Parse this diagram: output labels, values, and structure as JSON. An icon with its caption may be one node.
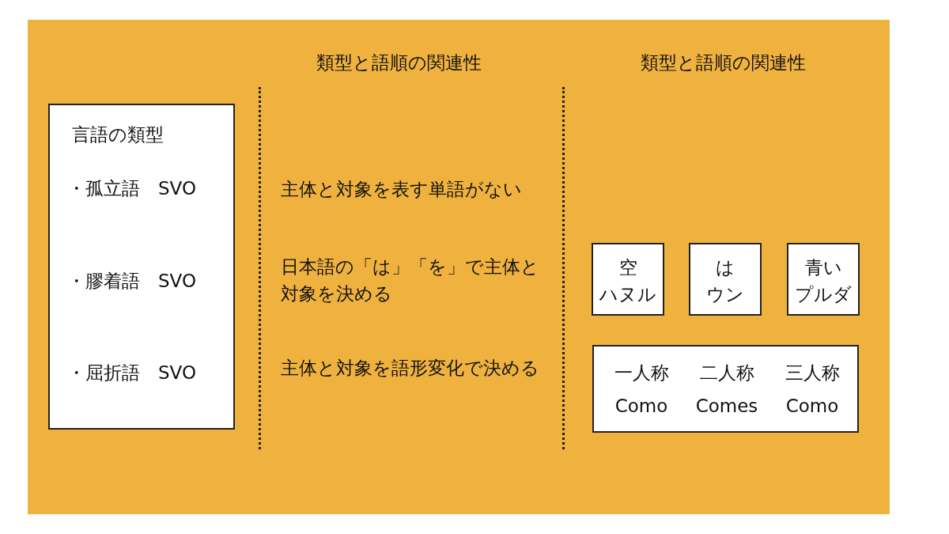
{
  "diagram": {
    "nodes": [
      {
        "text": [
          "言語の類型",
          "・孤立語　SVO",
          "・膠着語　SVO",
          "・屈折語　SVO"
        ]
      },
      {
        "text": [
          "空",
          "ハヌル"
        ]
      },
      {
        "text": [
          "は",
          "ウン"
        ]
      },
      {
        "text": [
          "青い",
          "プルダ"
        ]
      },
      {
        "text": [
          "一人称",
          "二人称",
          "三人称",
          "Como",
          "Comes",
          "Como"
        ]
      }
    ],
    "edges": [],
    "labels": [
      "類型と語順の関連性",
      "類型と語順の関連性",
      "主体と対象を表す単語がない",
      "日本語の「は」「を」で主体と対象を決める",
      "主体と対象を語形変化で決める"
    ]
  }
}
